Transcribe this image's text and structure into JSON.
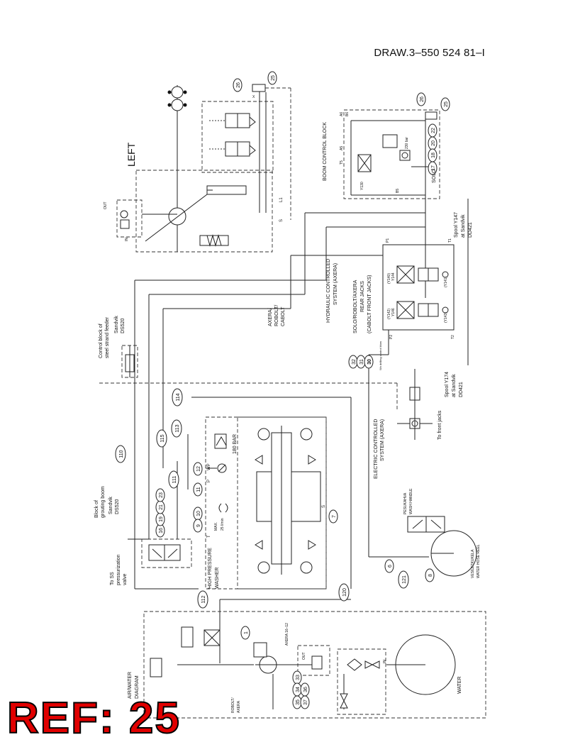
{
  "drawing_number": "DRAW.3–550 524 81–I",
  "ref_stamp": "REF: 25",
  "labels": {
    "left": "LEFT",
    "boom_control_block": "BOOM CONTROL BLOCK",
    "hydraulic_controlled": "HYDRAULIC CONTROLLED",
    "system_axera": "SYSTEM (AXERA)",
    "solo_robolt_axera": "SOLO/ROBOLT/AXERA",
    "rear_jacks": "REAR JACKS",
    "cabolt_front_jacks": "(CABOLT FRONT JACKS)",
    "axera_robolt_cabolt_1": "AXERA/",
    "axera_robolt_cabolt_2": "ROBOLT/",
    "axera_robolt_cabolt_3": "CABOLT",
    "control_block_1": "Control block of",
    "control_block_2": "steel strand feeder",
    "sandvik_ds520_a": "Sandvik",
    "sandvik_ds520_b": "DS520",
    "block_grouting_1": "Block of",
    "block_grouting_2": "grouting boom",
    "block_sandvik": "Sandvik",
    "block_ds520": "DS520",
    "to_ss_1": "To SS",
    "to_ss_2": "pressurization",
    "to_ss_3": "valve",
    "spool_y147_1": "Spool Y147",
    "spool_y147_2": "at Sandvik",
    "spool_y147_3": "DD421",
    "spool_y174_1": "Spool Y174",
    "spool_y174_2": "at Sandvik",
    "spool_y174_3": "DD421",
    "to_front_jacks": "To front jacks",
    "electric_controlled": "ELECTRIC CONTROLLED",
    "electric_system": "SYSTEM (AXERA)",
    "hp_washer_1": "HIGH PRESSURE",
    "hp_washer_2": "WASHER",
    "bar_180": "180 BAR",
    "max_25": "MAX.",
    "max_25b": "25 l/min",
    "wash_handle_1": "PESUKAHVA",
    "wash_handle_2": "WASH HANDLE",
    "hose_reel_1": "VESILETKUKELA",
    "hose_reel_2": "WATER HOSE REEL",
    "air_water_1": "AIR/WATER",
    "air_water_2": "DIAGRAM",
    "water": "WATER",
    "robolt_axera_1": "ROBOLT/",
    "robolt_axera_2": "AXERA",
    "axera_16_12": "AXERA 16–12",
    "solo": "SOLO",
    "bar_230": "230 bar",
    "in": "IN",
    "out": "OUT",
    "l1": "L1",
    "s": "S",
    "p": "P",
    "t": "T",
    "p1": "P1",
    "p2": "P2",
    "t1": "T1",
    "t2": "T2",
    "t5": "T5",
    "a5": "A5",
    "b5": "B5",
    "a6": "A6",
    "b6": "B6",
    "y130": "Y130",
    "y140": "(Y140)",
    "y144": "Y144",
    "y142": "(Y142)",
    "y146": "Y146",
    "y141": "(Y141)",
    "y143": "(Y143)",
    "wp": "WP",
    "wo_drilling": "Wo drilling control blow",
    "x": "X"
  },
  "callouts": [
    "26",
    "25",
    "26",
    "25",
    "22",
    "20",
    "18",
    "17",
    "32",
    "31",
    "30",
    "110",
    "114",
    "113",
    "115",
    "111",
    "12",
    "11",
    "10",
    "9",
    "16",
    "19",
    "21",
    "23",
    "7",
    "6",
    "121",
    "8",
    "112",
    "120",
    "1",
    "33",
    "34",
    "35",
    "36",
    "37"
  ]
}
